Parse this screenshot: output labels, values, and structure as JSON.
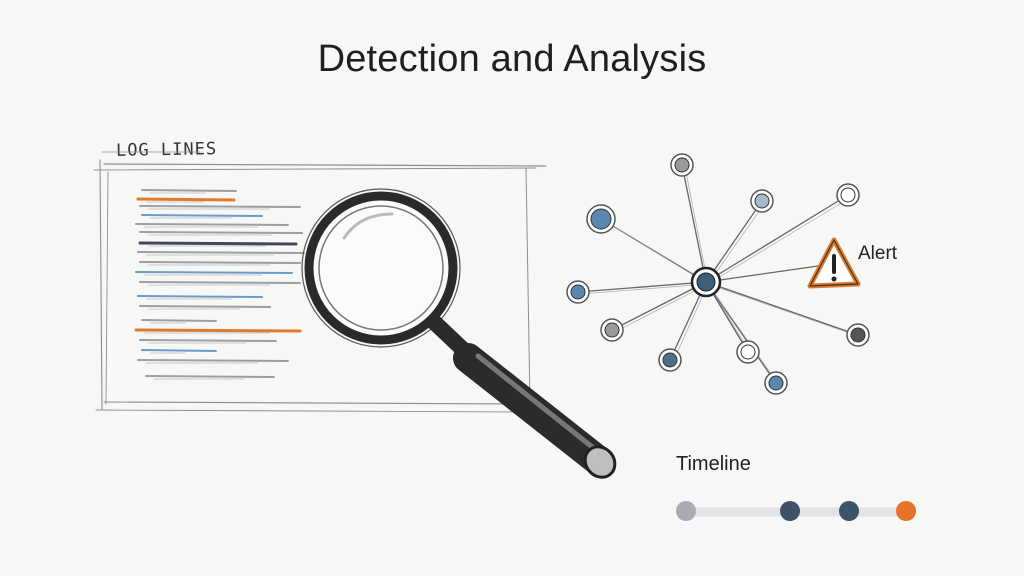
{
  "title": "Detection and Analysis",
  "log_panel": {
    "label": "LOG LINES",
    "line_colors": [
      "gray",
      "orange",
      "gray",
      "blue",
      "gray",
      "gray",
      "dark",
      "gray",
      "gray",
      "blue",
      "gray",
      "blue",
      "gray"
    ]
  },
  "network": {
    "center_node_color": "#3d5f7a",
    "node_colors": [
      "#9a9a9a",
      "#5b87ad",
      "#a4b9cc",
      "#ffffff",
      "#5b87ad",
      "#9a9a9a",
      "#4f6e8a",
      "#ffffff",
      "#5b87ad",
      "#555555",
      "#e07b2c",
      "#ffffff"
    ]
  },
  "alert": {
    "label": "Alert",
    "icon": "warning-triangle-icon",
    "color": "#e07b2c"
  },
  "timeline": {
    "label": "Timeline",
    "points": [
      "#a9adb2",
      "#3f5366",
      "#3f5366",
      "#e5742a"
    ]
  },
  "colors": {
    "orange": "#e07b2c",
    "blue": "#6e9cc4",
    "dark": "#3f4a55",
    "gray": "#9aa0a6"
  }
}
